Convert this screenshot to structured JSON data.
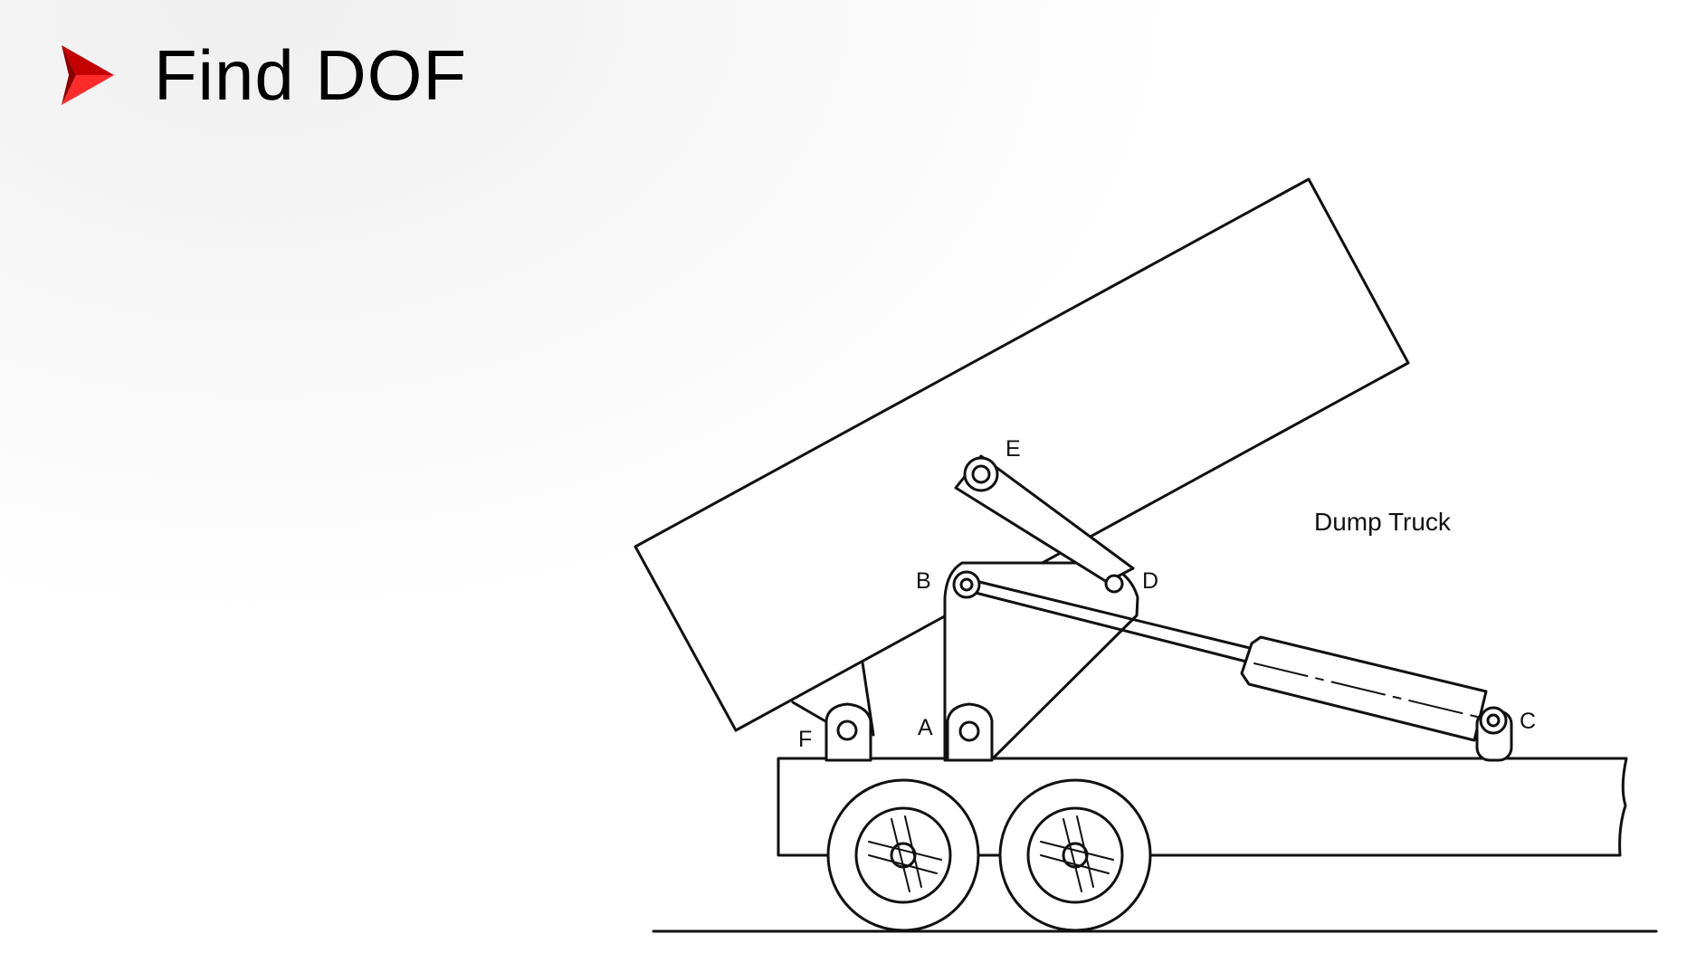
{
  "slide": {
    "title": "Find DOF",
    "bullet_icon": "red-arrowhead-icon",
    "accent_color": "#e01010"
  },
  "diagram": {
    "caption": "Dump Truck",
    "joint_labels": {
      "a": "A",
      "b": "B",
      "c": "C",
      "d": "D",
      "e": "E",
      "f": "F"
    }
  }
}
